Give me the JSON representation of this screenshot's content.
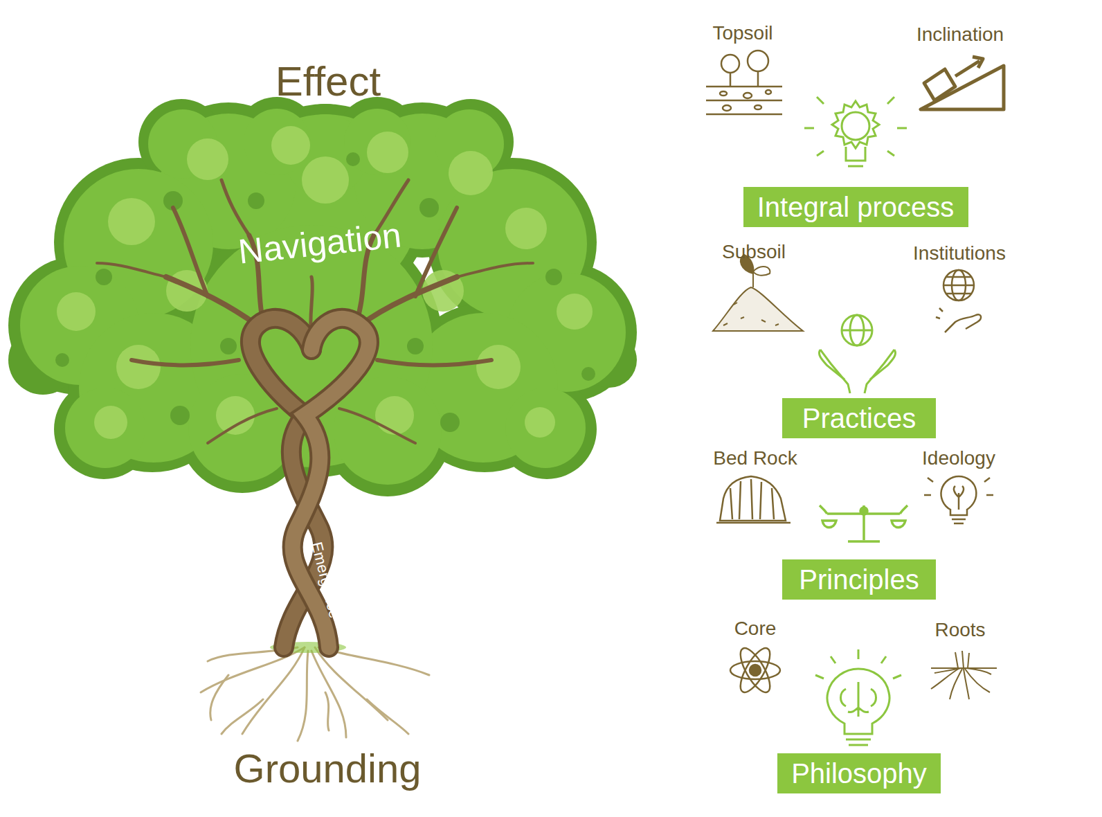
{
  "diagram": {
    "nodes": [
      {
        "text": [
          "Integral process"
        ]
      },
      {
        "text": [
          "Practices"
        ]
      },
      {
        "text": [
          "Principles"
        ]
      },
      {
        "text": [
          "Philosophy"
        ]
      }
    ],
    "labels": [
      "Effect",
      "Navigation",
      "Emergence",
      "Grounding",
      "Topsoil",
      "Inclination",
      "Subsoil",
      "Institutions",
      "Bed Rock",
      "Ideology",
      "Core",
      "Roots"
    ]
  }
}
